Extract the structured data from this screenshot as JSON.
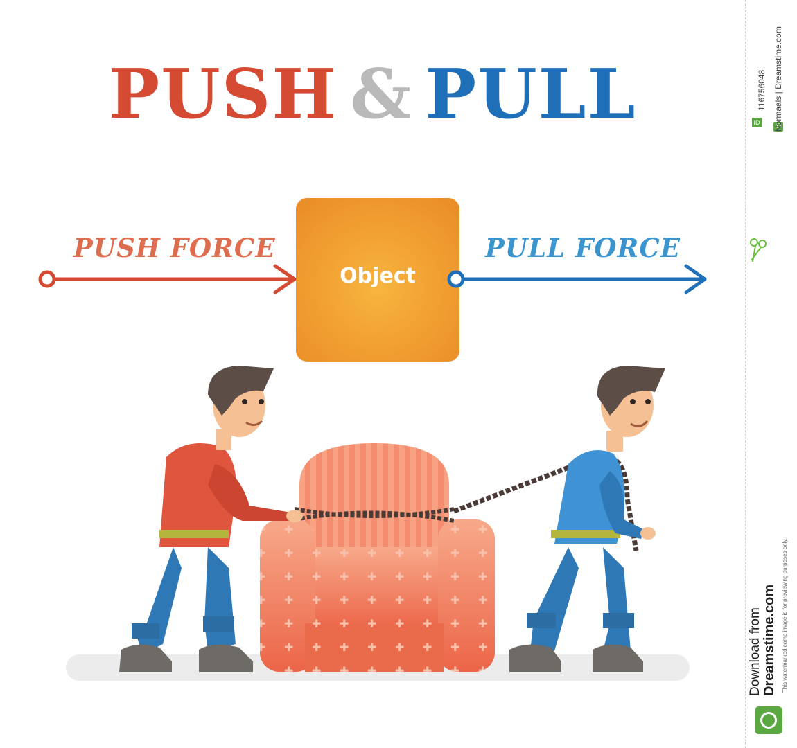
{
  "title": {
    "push": "PUSH",
    "amp": "&",
    "pull": "PULL"
  },
  "labels": {
    "push_force": "PUSH FORCE",
    "pull_force": "PULL FORCE",
    "object": "Object"
  },
  "sidebar": {
    "id_badge": "ID",
    "image_id": "116756048",
    "credit_badge": "©",
    "credit": "Normaals | Dreamstime.com",
    "download_line1": "Download from",
    "download_brand": "Dreamstime.com",
    "watermark_note": "This watermarked comp image is for previewing purposes only."
  },
  "colors": {
    "push": "#d44a33",
    "pull": "#1f6fb8",
    "object": "#f2a133",
    "armchair": "#ef7b5c",
    "background": "#ffffff"
  }
}
